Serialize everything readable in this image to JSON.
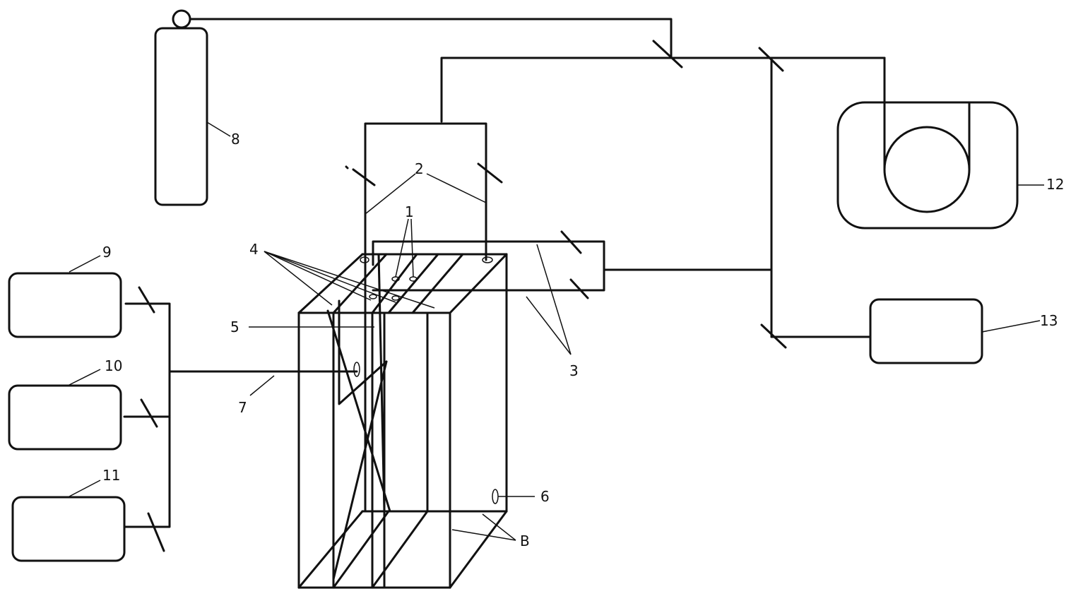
{
  "diagram": {
    "labels": {
      "l1": "1",
      "l2": "2",
      "l3": "3",
      "l4": "4",
      "l5": "5",
      "l6": "6",
      "l7": "7",
      "l8": "8",
      "l9": "9",
      "l10": "10",
      "l11": "11",
      "l12": "12",
      "l13": "13",
      "lB": "B"
    }
  }
}
